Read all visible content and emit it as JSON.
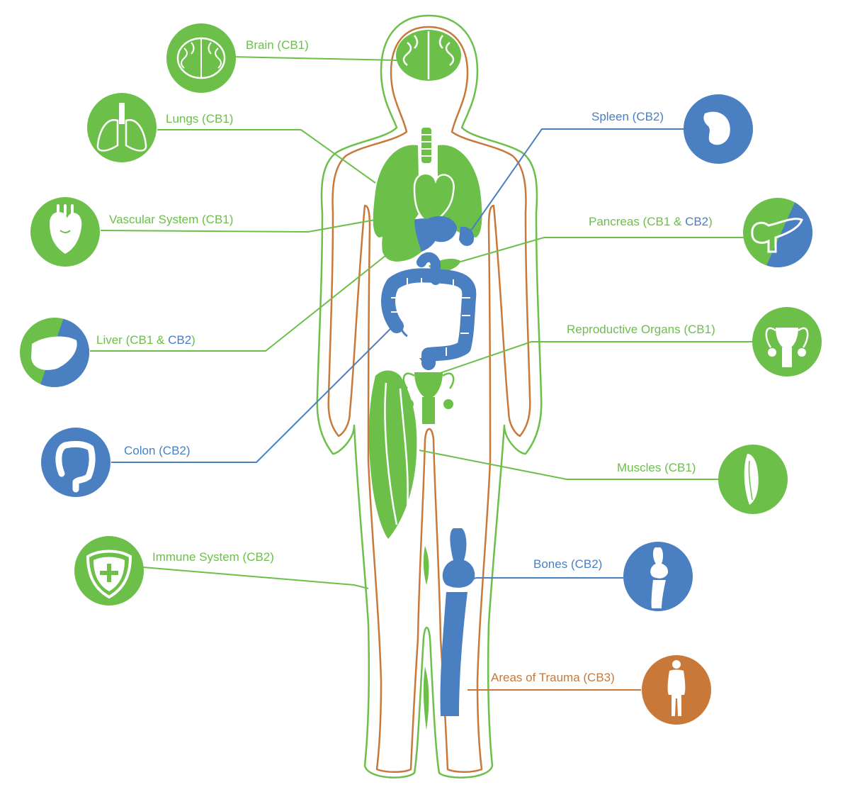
{
  "colors": {
    "cb1": "#6cc04a",
    "cb2": "#4a7fc1",
    "cb3": "#c8793a",
    "white": "#ffffff"
  },
  "labels": {
    "brain": [
      {
        "t": "Brain (CB1)",
        "c": "cb1"
      }
    ],
    "lungs": [
      {
        "t": "Lungs (CB1)",
        "c": "cb1"
      }
    ],
    "vascular": [
      {
        "t": "Vascular System (CB1)",
        "c": "cb1"
      }
    ],
    "liver": [
      {
        "t": "Liver (CB1 & ",
        "c": "cb1"
      },
      {
        "t": "CB2",
        "c": "cb2"
      },
      {
        "t": ")",
        "c": "cb1"
      }
    ],
    "colon": [
      {
        "t": "Colon (CB2)",
        "c": "cb2"
      }
    ],
    "immune": [
      {
        "t": "Immune System (CB2)",
        "c": "cb1"
      }
    ],
    "spleen": [
      {
        "t": "Spleen (CB2)",
        "c": "cb2"
      }
    ],
    "pancreas": [
      {
        "t": "Pancreas (CB1 & ",
        "c": "cb1"
      },
      {
        "t": "CB2",
        "c": "cb2"
      },
      {
        "t": ")",
        "c": "cb1"
      }
    ],
    "reproductive": [
      {
        "t": "Reproductive Organs (CB1)",
        "c": "cb1"
      }
    ],
    "muscles": [
      {
        "t": "Muscles (CB1)",
        "c": "cb1"
      }
    ],
    "bones": [
      {
        "t": "Bones (CB2)",
        "c": "cb2"
      }
    ],
    "trauma": [
      {
        "t": "Areas of Trauma (CB3)",
        "c": "cb3"
      }
    ]
  },
  "icons": {
    "brain": "brain-icon",
    "lungs": "lungs-icon",
    "vascular": "heart-icon",
    "liver": "liver-icon",
    "colon": "colon-icon",
    "immune": "shield-plus-icon",
    "spleen": "spleen-icon",
    "pancreas": "pancreas-icon",
    "reproductive": "reproductive-organs-icon",
    "muscles": "muscle-icon",
    "bones": "leg-bone-icon",
    "trauma": "human-figure-icon"
  }
}
